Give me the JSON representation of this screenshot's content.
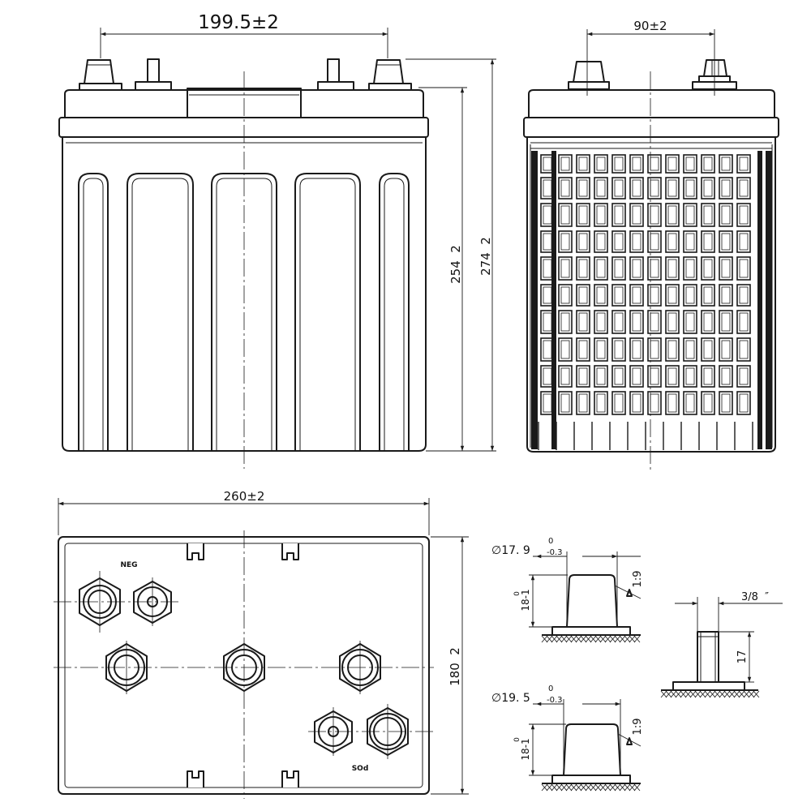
{
  "front_view": {
    "width_label": "199.5±2",
    "height_container_label": "254  2",
    "height_total_label": "274  2"
  },
  "side_view": {
    "terminal_spacing_label": "90±2"
  },
  "top_view": {
    "length_label": "260±2",
    "width_label": "180  2",
    "neg_label": "NEG",
    "pos_label": "SOd"
  },
  "terminal_detail_1": {
    "diameter_label": "∅17. 9",
    "tol_upper": "0",
    "tol_lower": "-0.3",
    "height_label": "18-1",
    "height_tol": "0",
    "taper_label": "1:9"
  },
  "terminal_detail_2": {
    "diameter_label": "∅19. 5",
    "tol_upper": "0",
    "tol_lower": "-0.3",
    "height_label": "18-1",
    "height_tol": "0",
    "taper_label": "1:9"
  },
  "bolt_detail": {
    "thread_label": "3/8  ″",
    "height_label": "17"
  }
}
